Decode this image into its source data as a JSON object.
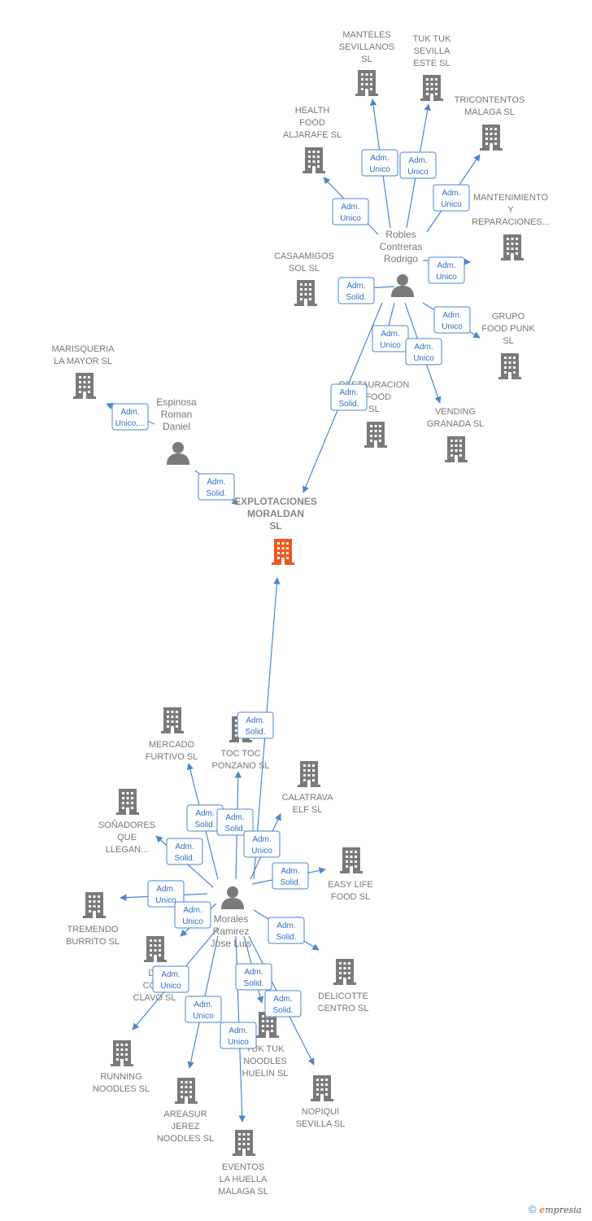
{
  "colors": {
    "accent": "#4a86d4",
    "building": "#7a7a7a",
    "center": "#f0571e",
    "person": "#7a7a7a"
  },
  "companies": [
    {
      "id": "c_center",
      "lines": [
        "EXPLOTACIONES",
        "MORALDAN",
        "SL"
      ],
      "center": true
    },
    {
      "id": "c_manteles",
      "lines": [
        "MANTELES",
        "SEVILLANOS",
        "SL"
      ]
    },
    {
      "id": "c_tuktuk_este",
      "lines": [
        "TUK TUK",
        "SEVILLA",
        "ESTE  SL"
      ]
    },
    {
      "id": "c_tricontentos",
      "lines": [
        "TRICONTENTOS",
        "MALAGA SL"
      ]
    },
    {
      "id": "c_health",
      "lines": [
        "HEALTH",
        "FOOD",
        "ALJARAFE  SL"
      ]
    },
    {
      "id": "c_mantenimiento",
      "lines": [
        "MANTENIMIENTO",
        "Y",
        "REPARACIONES..."
      ]
    },
    {
      "id": "c_casaamigos",
      "lines": [
        "CASAAMIGOS",
        "SOL  SL"
      ]
    },
    {
      "id": "c_grupo",
      "lines": [
        "GRUPO",
        "FOOD PUNK",
        "SL"
      ]
    },
    {
      "id": "c_marisqueria",
      "lines": [
        "MARISQUERIA",
        "LA MAYOR  SL"
      ]
    },
    {
      "id": "c_restauracion",
      "lines": [
        "RESTAURACION",
        "E FOOD",
        "SL"
      ]
    },
    {
      "id": "c_vending",
      "lines": [
        "VENDING",
        "GRANADA SL"
      ]
    },
    {
      "id": "c_mercado",
      "lines": [
        "MERCADO",
        "FURTIVO  SL"
      ]
    },
    {
      "id": "c_toctoc",
      "lines": [
        "TOC TOC",
        "PONZANO  SL"
      ]
    },
    {
      "id": "c_calatrava",
      "lines": [
        "CALATRAVA",
        "ELF  SL"
      ]
    },
    {
      "id": "c_sonadores",
      "lines": [
        "SOÑADORES",
        "QUE",
        "LLEGAN..."
      ]
    },
    {
      "id": "c_easylife",
      "lines": [
        "EASY LIFE",
        "FOOD  SL"
      ]
    },
    {
      "id": "c_tremendo",
      "lines": [
        "TREMENDO",
        "BURRITO  SL"
      ]
    },
    {
      "id": "c_clavo",
      "lines": [
        "DE",
        "COMI",
        "CLAVO  SL"
      ]
    },
    {
      "id": "c_delicotte",
      "lines": [
        "DELICOTTE",
        "CENTRO  SL"
      ]
    },
    {
      "id": "c_running",
      "lines": [
        "RUNNING",
        "NOODLES  SL"
      ]
    },
    {
      "id": "c_tuktuk_huelin",
      "lines": [
        "TUK TUK",
        "NOODLES",
        "HUELIN  SL"
      ]
    },
    {
      "id": "c_areasur",
      "lines": [
        "AREASUR",
        "JEREZ",
        "NOODLES  SL"
      ]
    },
    {
      "id": "c_nopiqui",
      "lines": [
        "NOPIQUI",
        "SEVILLA  SL"
      ]
    },
    {
      "id": "c_eventos",
      "lines": [
        "EVENTOS",
        "LA HUELLA",
        "MALAGA  SL"
      ]
    }
  ],
  "persons": [
    {
      "id": "p_robles",
      "lines": [
        "Robles",
        "Contreras",
        "Rodrigo"
      ]
    },
    {
      "id": "p_espinosa",
      "lines": [
        "Espinosa",
        "Roman",
        "Daniel"
      ]
    },
    {
      "id": "p_morales",
      "lines": [
        "Morales",
        "Ramirez",
        "Jose Luis"
      ]
    }
  ],
  "edges": [
    {
      "from": "p_robles",
      "to": "c_manteles",
      "label": [
        "Adm.",
        "Unico"
      ]
    },
    {
      "from": "p_robles",
      "to": "c_tuktuk_este",
      "label": [
        "Adm.",
        "Unico"
      ]
    },
    {
      "from": "p_robles",
      "to": "c_tricontentos",
      "label": [
        "Adm.",
        "Unico"
      ]
    },
    {
      "from": "p_robles",
      "to": "c_health",
      "label": [
        "Adm.",
        "Unico"
      ]
    },
    {
      "from": "p_robles",
      "to": "c_mantenimiento",
      "label": [
        "Adm.",
        "Unico"
      ]
    },
    {
      "from": "p_robles",
      "to": "c_casaamigos",
      "label": [
        "Adm.",
        "Solid."
      ]
    },
    {
      "from": "p_robles",
      "to": "c_grupo",
      "label": [
        "Adm.",
        "Unico"
      ]
    },
    {
      "from": "p_robles",
      "to": "c_restauracion",
      "label": [
        "Adm.",
        "Unico"
      ]
    },
    {
      "from": "p_robles",
      "to": "c_vending",
      "label": [
        "Adm.",
        "Unico"
      ]
    },
    {
      "from": "p_robles",
      "to": "c_center",
      "label": [
        "Adm.",
        "Solid."
      ]
    },
    {
      "from": "p_espinosa",
      "to": "c_marisqueria",
      "label": [
        "Adm.",
        "Unico,..."
      ]
    },
    {
      "from": "p_espinosa",
      "to": "c_center",
      "label": [
        "Adm.",
        "Solid."
      ]
    },
    {
      "from": "p_morales",
      "to": "c_center",
      "label": [
        "Adm.",
        "Solid."
      ]
    },
    {
      "from": "p_morales",
      "to": "c_mercado",
      "label": [
        "Adm.",
        "Solid."
      ]
    },
    {
      "from": "p_morales",
      "to": "c_toctoc",
      "label": [
        "Adm.",
        "Solid."
      ]
    },
    {
      "from": "p_morales",
      "to": "c_calatrava",
      "label": [
        "Adm.",
        "Unico"
      ]
    },
    {
      "from": "p_morales",
      "to": "c_sonadores",
      "label": [
        "Adm.",
        "Solid."
      ]
    },
    {
      "from": "p_morales",
      "to": "c_easylife",
      "label": [
        "Adm.",
        "Solid."
      ]
    },
    {
      "from": "p_morales",
      "to": "c_tremendo",
      "label": [
        "Adm.",
        "Unico"
      ]
    },
    {
      "from": "p_morales",
      "to": "c_clavo",
      "label": [
        "Adm.",
        "Unico"
      ]
    },
    {
      "from": "p_morales",
      "to": "c_delicotte",
      "label": [
        "Adm.",
        "Solid."
      ]
    },
    {
      "from": "p_morales",
      "to": "c_running",
      "label": [
        "Adm.",
        "Unico"
      ]
    },
    {
      "from": "p_morales",
      "to": "c_tuktuk_huelin",
      "label": [
        "Adm.",
        "Solid."
      ]
    },
    {
      "from": "p_morales",
      "to": "c_areasur",
      "label": [
        "Adm.",
        "Unico"
      ]
    },
    {
      "from": "p_morales",
      "to": "c_nopiqui",
      "label": [
        "Adm.",
        "Solid."
      ]
    },
    {
      "from": "p_morales",
      "to": "c_eventos",
      "label": [
        "Adm.",
        "Unico"
      ]
    }
  ],
  "footer": {
    "copyright": "©",
    "brand_initial": "e",
    "brand_rest": "mpresia"
  }
}
